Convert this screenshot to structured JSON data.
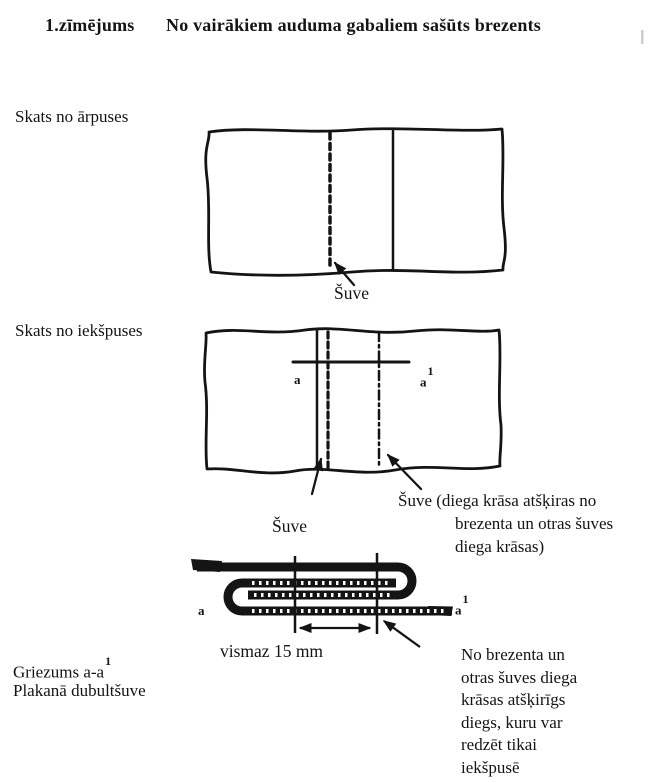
{
  "colors": {
    "ink": "#141414",
    "paper": "#ffffff"
  },
  "title": {
    "figure_label": "1.zīmējums",
    "figure_caption": "No vairākiem auduma gabaliem sašūts brezents"
  },
  "outside_view": {
    "heading": "Skats no ārpuses",
    "seam_callout": "Šuve"
  },
  "inside_view": {
    "heading": "Skats no iekšpuses",
    "section_point_left": "a",
    "section_point_right_base": "a",
    "section_point_right_sup": "1",
    "seam_callout": "Šuve",
    "seam_note_lines": [
      "Šuve (diega krāsa atšķiras no",
      "brezenta un otras šuves",
      "diega krāsas)"
    ]
  },
  "cross_section": {
    "caption_line1_base": "Griezums a-a",
    "caption_line1_sup": "1",
    "caption_line2": "Plakanā dubultšuve",
    "dimension_label": "vismaz 15 mm",
    "point_left": "a",
    "point_right_base": "a",
    "point_right_sup": "1",
    "thread_note_lines": [
      "No brezenta un",
      "otras šuves diega",
      "krāsas atšķirīgs",
      "diegs, kuru var",
      "redzēt tikai",
      "iekšpusē"
    ]
  }
}
